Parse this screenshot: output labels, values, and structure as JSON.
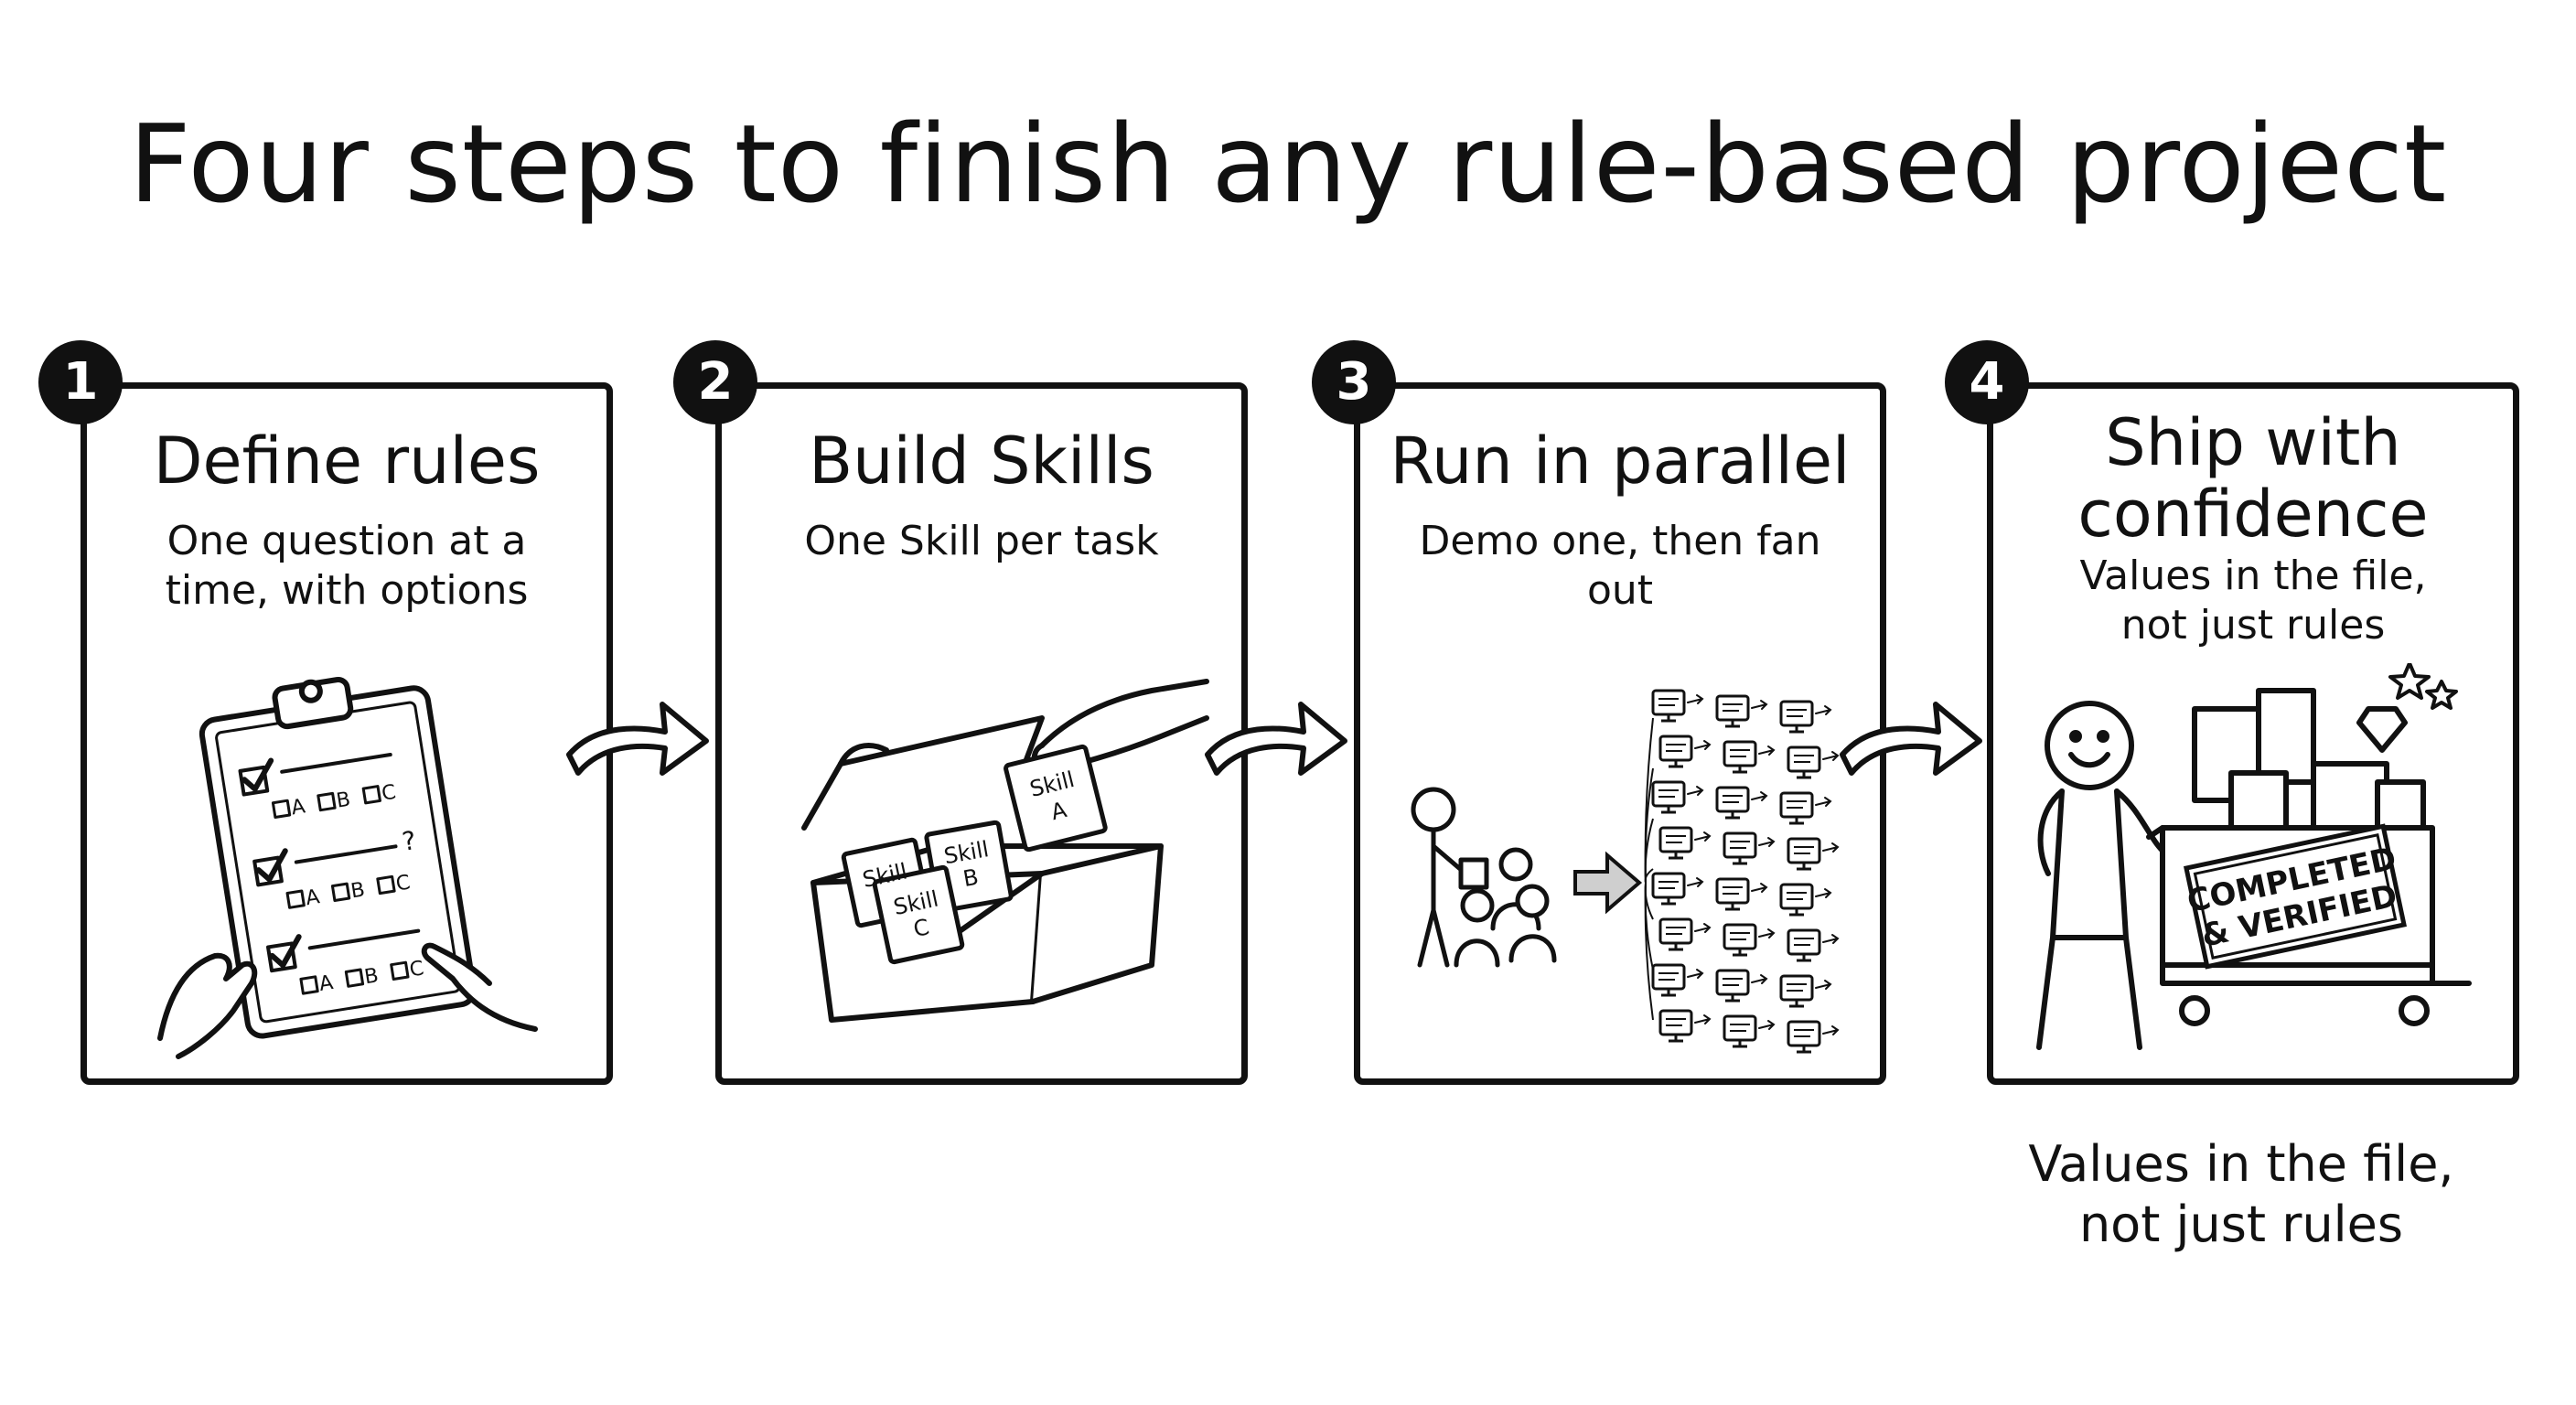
{
  "title": "Four steps to finish any rule-based project",
  "steps": [
    {
      "number": "1",
      "title": "Define rules",
      "subtitle_lines": [
        "One question at a",
        "time, with options"
      ]
    },
    {
      "number": "2",
      "title": "Build Skills",
      "subtitle_lines": [
        "One Skill per task"
      ]
    },
    {
      "number": "3",
      "title": "Run in parallel",
      "subtitle_lines": [
        "Demo one, then fan out"
      ]
    },
    {
      "number": "4",
      "title_lines": [
        "Ship with",
        "confidence"
      ],
      "subtitle_lines": [
        "Values in the file,",
        "not just rules"
      ]
    }
  ],
  "illustrations": {
    "checklist": {
      "options": [
        "A",
        "B",
        "C"
      ],
      "question_mark": "?"
    },
    "skill_box": {
      "skill_word": "Skill",
      "cards": [
        "A",
        "B",
        "C"
      ]
    },
    "cart": {
      "stamp_lines": [
        "COMPLETED",
        "& VERIFIED"
      ]
    }
  },
  "footnote_lines": [
    "Values in the file,",
    "not just rules"
  ]
}
